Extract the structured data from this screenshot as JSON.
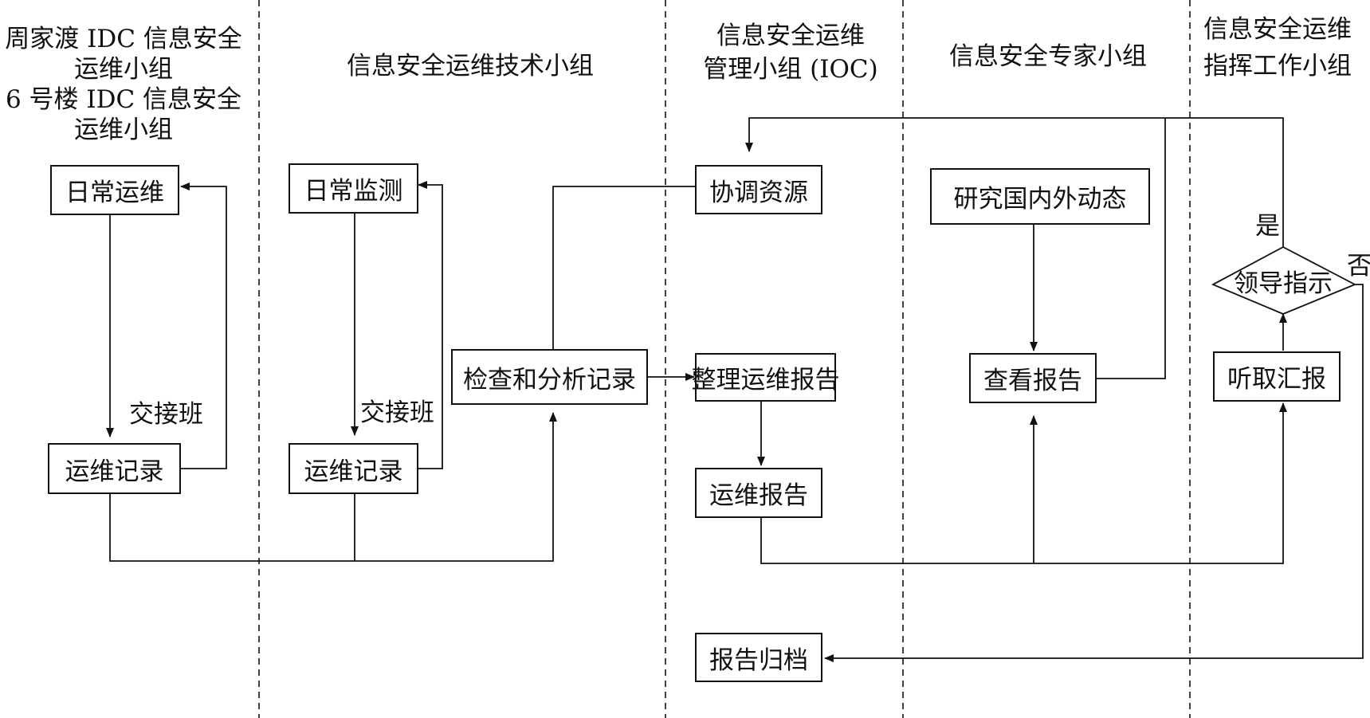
{
  "lanes": [
    {
      "title_lines": [
        "周家渡 IDC 信息安全",
        "运维小组",
        "6 号楼 IDC 信息安全",
        "运维小组"
      ]
    },
    {
      "title_lines": [
        "信息安全运维技术小组"
      ]
    },
    {
      "title_lines": [
        "信息安全运维",
        "管理小组 (IOC)"
      ]
    },
    {
      "title_lines": [
        "信息安全专家小组"
      ]
    },
    {
      "title_lines": [
        "信息安全运维",
        "指挥工作小组"
      ]
    }
  ],
  "nodes": {
    "daily_ops": "日常运维",
    "ops_record_1": "运维记录",
    "daily_monitor": "日常监测",
    "ops_record_2": "运维记录",
    "check_analyze": "检查和分析记录",
    "coordinate": "协调资源",
    "organize_report": "整理运维报告",
    "ops_report": "运维报告",
    "archive": "报告归档",
    "research": "研究国内外动态",
    "review_report": "查看报告",
    "listen_report": "听取汇报",
    "leader_decision": "领导指示"
  },
  "edge_labels": {
    "handover_1": "交接班",
    "handover_2": "交接班",
    "yes": "是",
    "no": "否"
  }
}
